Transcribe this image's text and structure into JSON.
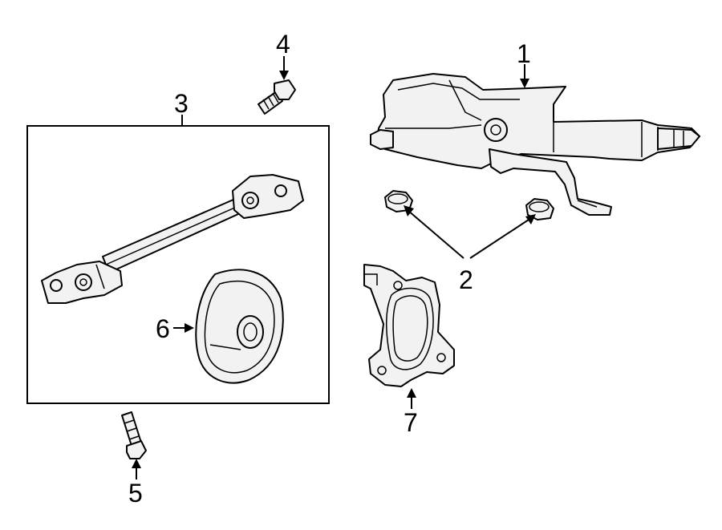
{
  "callouts": [
    {
      "id": "1",
      "label": "1"
    },
    {
      "id": "2",
      "label": "2"
    },
    {
      "id": "3",
      "label": "3"
    },
    {
      "id": "4",
      "label": "4"
    },
    {
      "id": "5",
      "label": "5"
    },
    {
      "id": "6",
      "label": "6"
    },
    {
      "id": "7",
      "label": "7"
    }
  ],
  "colors": {
    "line": "#000000",
    "fill": "#f2f2f2",
    "background": "#ffffff"
  }
}
